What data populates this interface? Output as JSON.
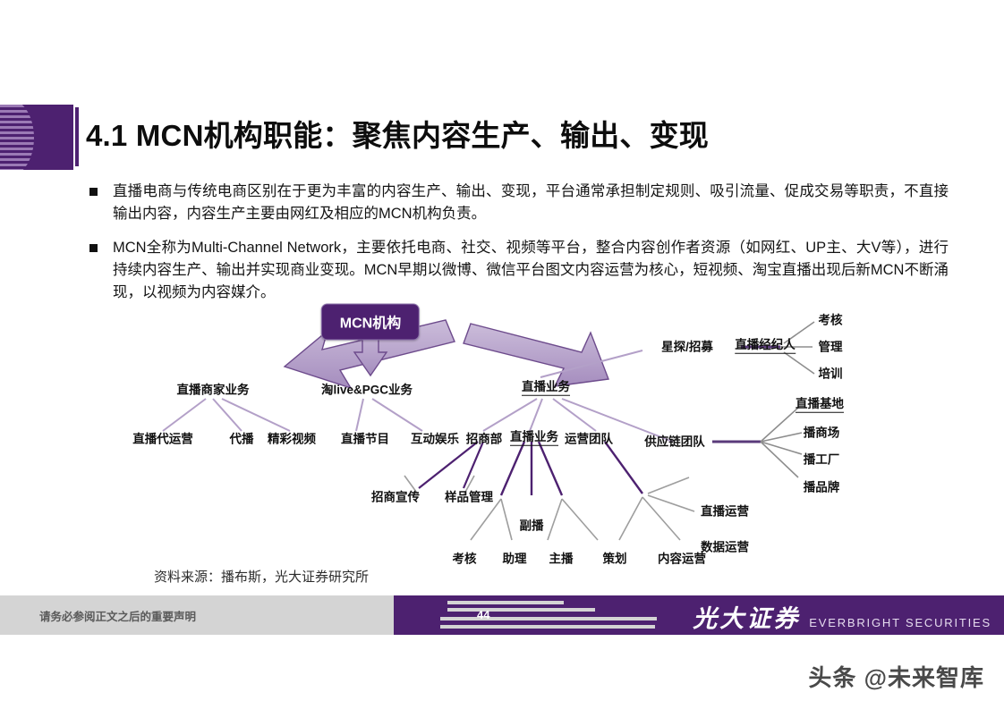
{
  "slide": {
    "title": "4.1 MCN机构职能：聚焦内容生产、输出、变现",
    "page_number": "44",
    "accent_color": "#4d2170",
    "light_accent_color": "#b3a0c8",
    "footer_gray": "#d4d4d4"
  },
  "bullets": [
    {
      "text": "直播电商与传统电商区别在于更为丰富的内容生产、输出、变现，平台通常承担制定规则、吸引流量、促成交易等职责，不直接输出内容，内容生产主要由网红及相应的MCN机构负责。"
    },
    {
      "text": " MCN全称为Multi-Channel Network，主要依托电商、社交、视频等平台，整合内容创作者资源（如网红、UP主、大V等），进行持续内容生产、输出并实现商业变现。MCN早期以微博、微信平台图文内容运营为核心，短视频、淘宝直播出现后新MCN不断涌现，以视频为内容媒介。"
    }
  ],
  "diagram": {
    "root": "MCN机构",
    "branches": [
      {
        "label": "直播商家业务",
        "children": [
          "直播代运营",
          "代播",
          "精彩视频"
        ]
      },
      {
        "label": "淘live&PGC业务",
        "children": [
          "直播节目",
          "互动娱乐"
        ]
      },
      {
        "label": "直播业务",
        "children": [
          "招商部",
          "直播业务",
          "运营团队",
          "供应链团队",
          "星探/招募"
        ]
      }
    ],
    "nodes": {
      "zhaoshangbu_children": [
        "招商宣传",
        "样品管理"
      ],
      "zhibo_yewu_children": [
        "考核",
        "助理",
        "主播",
        "策划",
        "副播"
      ],
      "yunying_children": [
        "内容运营",
        "直播运营",
        "数据运营"
      ],
      "gongyinglian_children": [
        "直播基地",
        "播商场",
        "播工厂",
        "播品牌"
      ],
      "jingjiren": "直播经纪人",
      "jingjiren_children": [
        "考核",
        "管理",
        "培训"
      ]
    }
  },
  "source": {
    "note": "资料来源：播布斯，光大证券研究所"
  },
  "footer": {
    "disclaimer": "请务必参阅正文之后的重要声明",
    "brand_cn": "光大证券",
    "brand_en": "EVERBRIGHT SECURITIES"
  },
  "watermark": {
    "text": "头条 @未来智库"
  }
}
